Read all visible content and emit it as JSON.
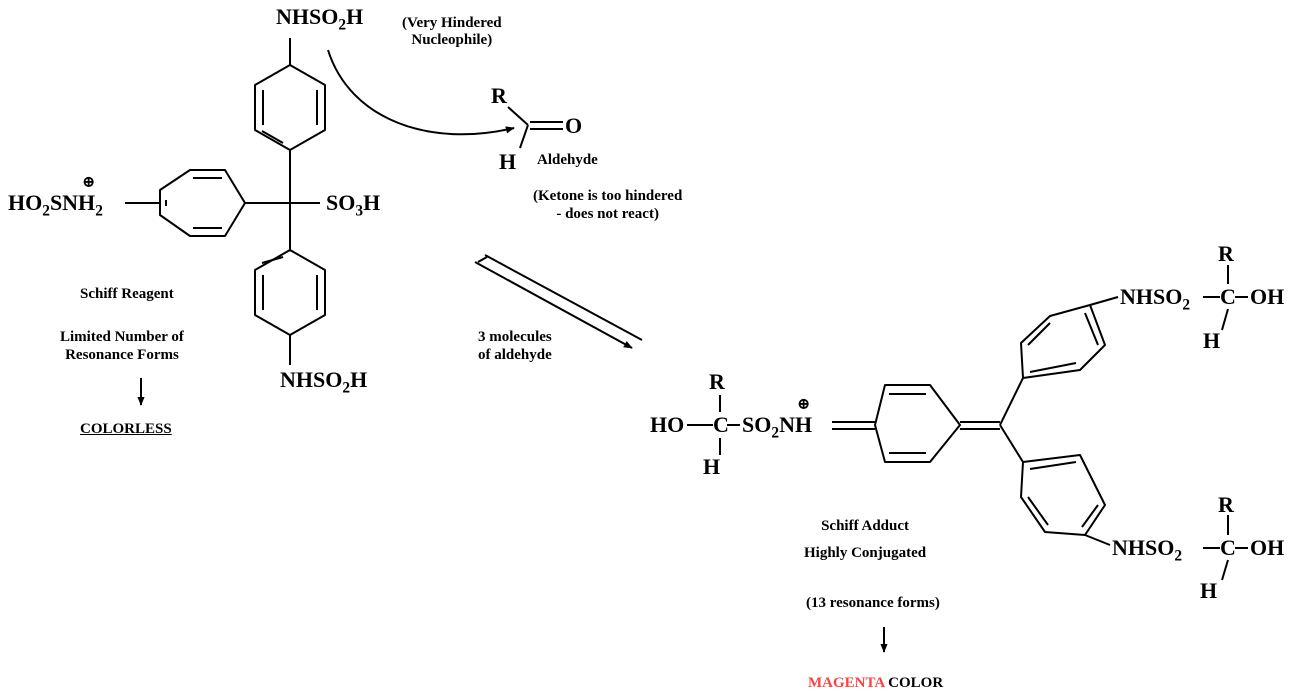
{
  "reagent": {
    "top_group": {
      "pre": "NHSO",
      "sub": "2",
      "post": "H"
    },
    "hindered_note": {
      "line1": "(Very Hindered",
      "line2": "Nucleophile)"
    },
    "left_group": {
      "a": "HO",
      "a_sub": "2",
      "b": "SNH",
      "b_sub": "2",
      "charge": "⊕"
    },
    "center_group": {
      "pre": "SO",
      "sub": "3",
      "post": "H"
    },
    "bottom_group": {
      "pre": "NHSO",
      "sub": "2",
      "post": "H"
    },
    "name": "Schiff Reagent",
    "resonance": {
      "line1": "Limited Number of",
      "line2": "Resonance Forms"
    },
    "result": "COLORLESS"
  },
  "aldehyde": {
    "r": "R",
    "o": "O",
    "h": "H",
    "label": "Aldehyde",
    "ketone_note": {
      "line1": "(Ketone is too hindered",
      "line2": "- does not react)"
    }
  },
  "equilibrium": {
    "line1": "3 molecules",
    "line2": "of aldehyde"
  },
  "adduct": {
    "left": {
      "r": "R",
      "h": "H",
      "ho": "HO",
      "c": "C",
      "so": "SO",
      "so_sub": "2",
      "nh": "NH",
      "charge": "⊕"
    },
    "top_right": {
      "r": "R",
      "h": "H",
      "pre": "NHSO",
      "sub": "2",
      "tail": "C",
      "oh": "OH"
    },
    "bottom_right": {
      "r": "R",
      "h": "H",
      "pre": "NHSO",
      "sub": "2",
      "tail": "C",
      "oh": "OH"
    },
    "name": "Schiff Adduct",
    "conj": "Highly Conjugated",
    "forms": "(13 resonance forms)",
    "color_word": "MAGENTA",
    "color_rest": " COLOR",
    "magenta_hex": "#ff4040"
  },
  "icons": [
    "arrow-down-icon",
    "curved-arrow-icon",
    "equilibrium-arrow-icon"
  ]
}
